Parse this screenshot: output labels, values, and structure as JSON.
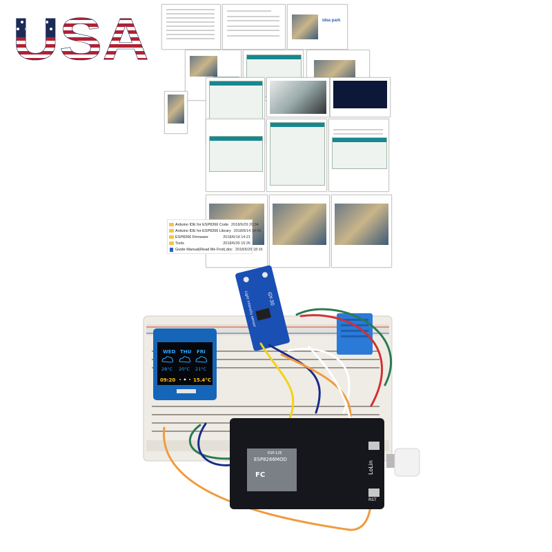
{
  "logo": {
    "text": "USA",
    "colors": {
      "stripe_red": "#b22234",
      "blue": "#1c2a56",
      "white": "#ffffff"
    }
  },
  "file_list": [
    {
      "name": "Arduino IDE for ESP8266 Code",
      "date": "2018/6/29 20:34",
      "icon": "folder-icon"
    },
    {
      "name": "Arduino IDE for ESP8266 Library",
      "date": "2018/6/14 14:05",
      "icon": "folder-icon"
    },
    {
      "name": "ESP8266 Firmware",
      "date": "2018/6/14 14:21",
      "icon": "folder-icon"
    },
    {
      "name": "Tools",
      "date": "2018/6/30 15:26",
      "icon": "folder-icon"
    },
    {
      "name": "Guide Manual(Read Me First).doc",
      "date": "2018/6/29 18:16",
      "icon": "doc-icon"
    }
  ],
  "doc_brand": "idea park",
  "oled": {
    "days": [
      {
        "day": "WED",
        "temp": "28°C"
      },
      {
        "day": "THU",
        "temp": "20°C"
      },
      {
        "day": "FRI",
        "temp": "21°C"
      }
    ],
    "time": "09:20",
    "current_temp": "15.4°C",
    "bg": "#05070c",
    "text_blue": "#2aa8ff",
    "text_yellow": "#ffc21a"
  },
  "sensor_label": "GY-30",
  "sensor_caption": "Light intensity sensor",
  "board": {
    "label": "ESP8266MOD",
    "module_label": "ESP-12E",
    "lolin": "LoLin",
    "rst": "RST",
    "fc": "FC"
  }
}
